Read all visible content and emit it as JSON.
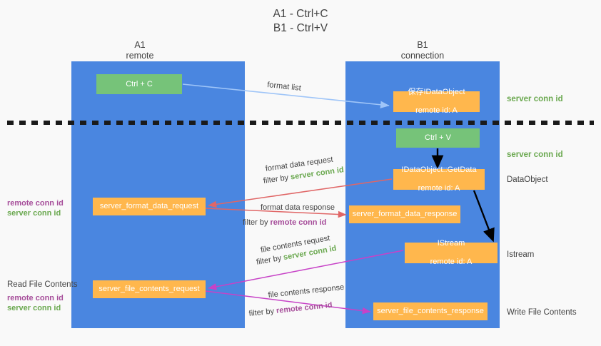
{
  "title": {
    "line1": "A1 - Ctrl+C",
    "line2": "B1 - Ctrl+V"
  },
  "columns": [
    {
      "name": "A1",
      "sub": "remote",
      "color": "#4a86e0"
    },
    {
      "name": "B1",
      "sub": "connection",
      "color": "#4a86e0"
    }
  ],
  "colors": {
    "column_blue": "#4a86e0",
    "box_green": "#76c379",
    "box_orange": "#ffb74d",
    "server_conn_id_green": "#6aa84f",
    "remote_conn_id_purple": "#a64d9a",
    "arrow_pink": "#e06666",
    "arrow_magenta": "#c742c7",
    "arrow_lightblue": "#9fc5f8",
    "arrow_black": "#000000",
    "text_dark": "#434343",
    "background": "#f9f9f9"
  },
  "boxes": {
    "ctrl_c": "Ctrl + C",
    "ctrl_v": "Ctrl + V",
    "save_idataobject_l1": "保存IDataObject",
    "save_idataobject_l2": "remote id: A",
    "getdata_l1": "IDataObject::GetData",
    "getdata_l2": "remote id: A",
    "istream_l1": "IStream",
    "istream_l2": "remote id: A",
    "server_format_data_request": "server_format_data_request",
    "server_format_data_response": "server_format_data_response",
    "server_file_contents_request": "server_file_contents_request",
    "server_file_contents_response": "server_file_contents_response"
  },
  "edge_labels": {
    "format_list": "format list",
    "format_data_request": "format data request",
    "format_data_request_filter_prefix": "filter by ",
    "format_data_request_filter_key": "server conn id",
    "format_data_response": "format data response",
    "format_data_response_filter_prefix": "filter by ",
    "format_data_response_filter_key": "remote conn id",
    "file_contents_request": "file contents request",
    "file_contents_request_filter_prefix": "filter by ",
    "file_contents_request_filter_key": "server conn id",
    "file_contents_response": "file contents response",
    "file_contents_response_filter_prefix": "filter by ",
    "file_contents_response_filter_key": "remote conn id"
  },
  "right_annotations": [
    {
      "text": "server conn id",
      "style": "green"
    },
    {
      "text": "server conn id",
      "style": "green"
    },
    {
      "text": "DataObject",
      "style": "dark"
    },
    {
      "text": "Istream",
      "style": "dark"
    },
    {
      "text": "Write File Contents",
      "style": "dark"
    }
  ],
  "left_annotations": {
    "group1": {
      "remote": "remote conn id",
      "server": "server conn id"
    },
    "read_file_contents": "Read File Contents",
    "group2": {
      "remote": "remote conn id",
      "server": "server conn id"
    }
  }
}
